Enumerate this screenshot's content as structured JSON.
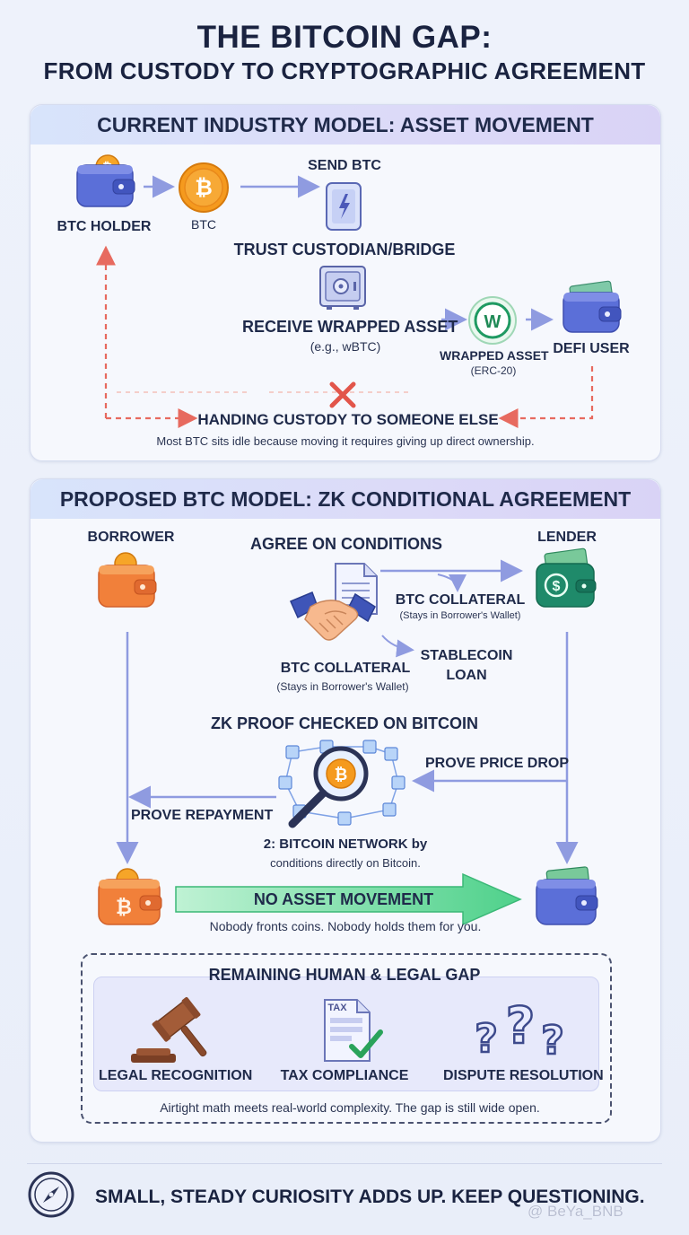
{
  "title": {
    "line1": "THE BITCOIN GAP:",
    "line2": "FROM CUSTODY TO CRYPTOGRAPHIC AGREEMENT"
  },
  "current_model": {
    "header": "CURRENT INDUSTRY MODEL: ASSET MOVEMENT",
    "btc_holder": "BTC HOLDER",
    "btc": "BTC",
    "send_btc": "SEND BTC",
    "trust_custodian": "TRUST CUSTODIAN/BRIDGE",
    "receive_wrapped": "RECEIVE WRAPPED ASSET",
    "receive_wrapped_example": "(e.g., wBTC)",
    "wrapped_asset": "WRAPPED ASSET",
    "wrapped_asset_std": "(ERC-20)",
    "wrapped_coin_letter": "W",
    "defi_user": "DEFI USER",
    "handing_custody": "HANDING CUSTODY TO SOMEONE ELSE",
    "caption": "Most BTC sits idle because moving it requires giving up direct ownership."
  },
  "proposed_model": {
    "header": "PROPOSED BTC MODEL: ZK CONDITIONAL AGREEMENT",
    "borrower": "BORROWER",
    "lender": "LENDER",
    "agree_on_conditions": "AGREE ON CONDITIONS",
    "btc_collateral_right": "BTC COLLATERAL",
    "btc_collateral_right_note": "(Stays in Borrower's Wallet)",
    "stablecoin_loan_line1": "STABLECOIN",
    "stablecoin_loan_line2": "LOAN",
    "btc_collateral_left": "BTC COLLATERAL",
    "btc_collateral_left_note": "(Stays in Borrower's Wallet)",
    "zk_proof": "ZK PROOF CHECKED ON BITCOIN",
    "prove_price_drop": "PROVE PRICE DROP",
    "prove_repayment": "PROVE REPAYMENT",
    "bitcoin_network_line1": "2: BITCOIN NETWORK by",
    "bitcoin_network_line2": "conditions directly on Bitcoin.",
    "no_asset_movement": "NO ASSET MOVEMENT",
    "no_asset_caption": "Nobody fronts coins. Nobody holds them for you.",
    "gap_box": {
      "title": "REMAINING HUMAN & LEGAL GAP",
      "legal": "LEGAL RECOGNITION",
      "tax": "TAX COMPLIANCE",
      "tax_doc_label": "TAX",
      "dispute": "DISPUTE RESOLUTION",
      "caption": "Airtight math meets real-world complexity. The gap is still wide open."
    }
  },
  "footer": {
    "text": "SMALL, STEADY CURIOSITY ADDS UP. KEEP QUESTIONING.",
    "watermark": "@ BeYa_BNB"
  },
  "colors": {
    "arrow_blue": "#8f9be0",
    "arrow_red": "#e76a5f",
    "btc_orange": "#f59a1e",
    "wallet_blue": "#4d67d6",
    "wallet_orange": "#f07c3a",
    "wallet_green": "#1f8a6a",
    "green_arrow": "#4fd18b"
  }
}
